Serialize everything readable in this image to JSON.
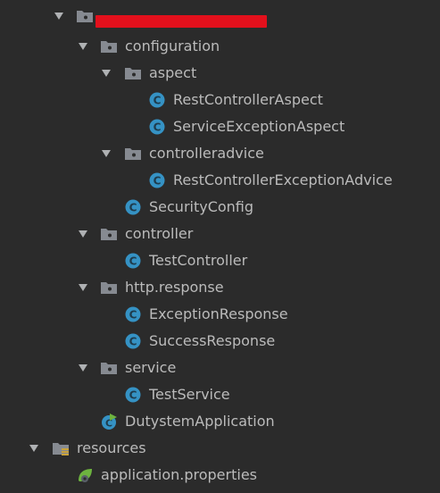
{
  "project_tree": {
    "root_folder_label": "",
    "configuration": "configuration",
    "aspect": "aspect",
    "rest_controller_aspect": "RestControllerAspect",
    "service_exception_aspect": "ServiceExceptionAspect",
    "controlleradvice": "controlleradvice",
    "rest_controller_exception_advice": "RestControllerExceptionAdvice",
    "security_config": "SecurityConfig",
    "controller": "controller",
    "test_controller": "TestController",
    "http_response": "http.response",
    "exception_response": "ExceptionResponse",
    "success_response": "SuccessResponse",
    "service": "service",
    "test_service": "TestService",
    "dutystem_application": "DutystemApplication",
    "resources": "resources",
    "application_properties": "application.properties"
  },
  "colors": {
    "background": "#2b2b2b",
    "text": "#bbbbbb",
    "arrow": "#afb1b3",
    "folder": "#868a91",
    "class_icon": "#3592c4",
    "redaction": "#e3101c",
    "spring_green": "#6db33f"
  },
  "icons": {
    "expand": "chevron-down-icon",
    "package": "package-folder-icon",
    "class": "java-class-icon",
    "spring_app": "spring-boot-app-icon",
    "resources": "resources-folder-icon",
    "properties": "spring-properties-icon"
  }
}
